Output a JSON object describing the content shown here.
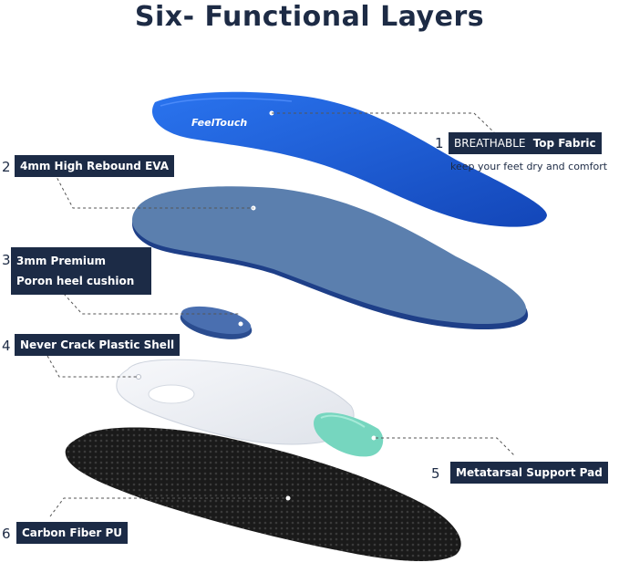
{
  "title": "Six- Functional Layers",
  "brand_logo": "FeelTouch",
  "layers": [
    {
      "number": "1",
      "label_a": "BREATHABLE",
      "label_b": "Top Fabric",
      "sub": "keep your feet dry and comfort"
    },
    {
      "number": "2",
      "label": "4mm High Rebound EVA"
    },
    {
      "number": "3",
      "label_line1": "3mm Premium",
      "label_line2": "Poron heel cushion"
    },
    {
      "number": "4",
      "label": "Never Crack Plastic Shell"
    },
    {
      "number": "5",
      "label": "Metatarsal Support Pad"
    },
    {
      "number": "6",
      "label": "Carbon Fiber PU"
    }
  ],
  "colors": {
    "title": "#1d2b45",
    "label_bg": "#1c2b46",
    "top_fabric": "#1d5fd6",
    "eva": "#5b7fae",
    "poron": "#4a6fb0",
    "shell": "#eef0f4",
    "met_pad": "#76d6bf",
    "carbon": "#1c1c1c"
  }
}
